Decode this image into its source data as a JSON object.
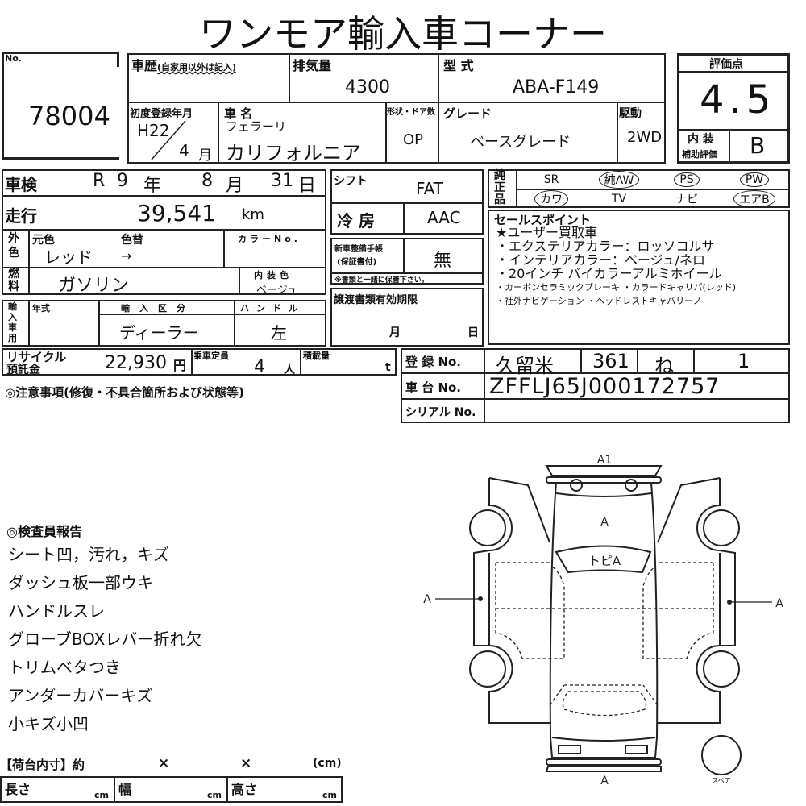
{
  "title": "ワンモア輸入車コーナー",
  "header": {
    "no_label": "No.",
    "no_value": "78004",
    "history_label": "車歴",
    "history_note": "(自家用以外は記入)",
    "displacement_label": "排気量",
    "displacement": "4300",
    "model_code_label": "型 式",
    "model_code": "ABA-F149",
    "first_reg_label": "初度登録年月",
    "first_reg_year": "H22",
    "first_reg_month": "4",
    "month_unit": "月",
    "car_name_label": "車 名",
    "maker": "フェラーリ",
    "car_name": "カリフォルニア",
    "doors_label": "形状・ドア数",
    "doors": "OP",
    "grade_label": "グレード",
    "grade": "ベースグレード",
    "drive_label": "駆動",
    "drive": "2WD"
  },
  "rating": {
    "label": "評価点",
    "score": "4.5",
    "interior_label_1": "内 装",
    "interior_label_2": "補助評価",
    "interior": "B"
  },
  "details": {
    "inspection_label": "車検",
    "inspection_era": "R",
    "inspection_year": "9",
    "year_unit": "年",
    "inspection_month": "8",
    "month_unit": "月",
    "inspection_day": "31",
    "day_unit": "日",
    "mileage_label": "走行",
    "mileage": "39,541",
    "mileage_unit": "km",
    "exterior_label": "外色",
    "orig_color_label": "元色",
    "orig_color": "レッド",
    "color_change_label": "色替",
    "color_change": "→",
    "color_no_label": "カラーNo.",
    "fuel_label": "燃料",
    "fuel": "ガソリン",
    "interior_color_label": "内装色",
    "interior_color": "ベージュ",
    "import_label": "輸入車用",
    "model_year_label": "年式",
    "import_type_label": "輸入区分",
    "import_type": "ディーラー",
    "handle_label": "ハンドル",
    "handle": "左",
    "shift_label": "シフト",
    "shift": "FAT",
    "ac_label": "冷 房",
    "ac": "AAC",
    "manual_label_1": "新車整備手帳",
    "manual_label_2": "(保証書付)",
    "manual": "無",
    "manual_note": "※書類と一緒に保管下さい。",
    "transfer_label": "譲渡書類有効期限",
    "transfer_month": "月",
    "transfer_day": "日",
    "recycle_label_1": "リサイクル",
    "recycle_label_2": "預託金",
    "recycle": "22,930",
    "yen": "円",
    "capacity_label": "乗車定員",
    "capacity": "4",
    "person_unit": "人",
    "load_label": "積載量",
    "load_unit": "t",
    "caution_label": "◎注意事項(修復・不具合箇所および状態等)"
  },
  "options": {
    "label": "純正品",
    "items": [
      {
        "name": "SR",
        "circled": false
      },
      {
        "name": "純AW",
        "circled": true
      },
      {
        "name": "PS",
        "circled": true
      },
      {
        "name": "PW",
        "circled": true
      },
      {
        "name": "カワ",
        "circled": true
      },
      {
        "name": "TV",
        "circled": false
      },
      {
        "name": "ナビ",
        "circled": false
      },
      {
        "name": "エアB",
        "circled": true
      }
    ]
  },
  "sales_points": {
    "label": "セールスポイント",
    "lines": [
      "★ユーザー買取車",
      "・エクステリアカラー：ロッソコルサ",
      "・インテリアカラー：ベージュ/ネロ",
      "・20インチ バイカラーアルミホイール",
      "・カーボンセラミックブレーキ ・カラードキャリパ(レッド)",
      "・社外ナビゲーション ・ヘッドレストキャバリーノ"
    ]
  },
  "registration": {
    "reg_label": "登 録 No.",
    "chassis_label": "車 台 No.",
    "serial_label": "シリアル No.",
    "region": "久留米",
    "class": "361",
    "kana": "ね",
    "number": "1",
    "chassis": "ZFFLJ65J000172757"
  },
  "report": {
    "label": "◎検査員報告",
    "lines": [
      "シート凹，汚れ，キズ",
      "ダッシュ板一部ウキ",
      "ハンドルスレ",
      "グローブBOXレバー折れ欠",
      "トリムベタつき",
      "アンダーカバーキズ",
      "小キズ小凹"
    ]
  },
  "cargo": {
    "label": "【荷台内寸】約",
    "x1": "×",
    "x2": "×",
    "unit": "(cm)",
    "length_label": "長さ",
    "width_label": "幅",
    "height_label": "高さ",
    "cm": "cm"
  },
  "diagram": {
    "rear": "A1",
    "trunk": "A",
    "windshield": "トピA",
    "left": "A",
    "right": "A",
    "front": "A",
    "spare": "スペア"
  }
}
